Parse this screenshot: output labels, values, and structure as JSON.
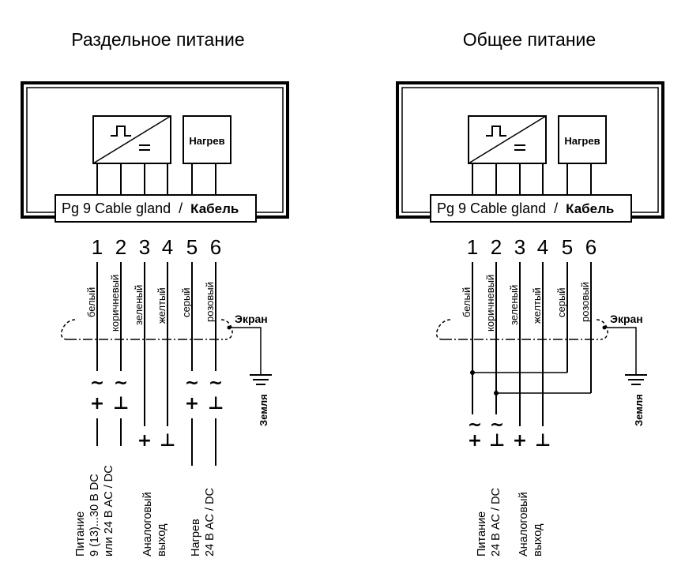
{
  "left": {
    "title": "Раздельное питание",
    "gland_prefix": "Pg 9 Cable gland",
    "gland_sep": "/",
    "gland_cable": "Кабель",
    "heater_label": "Нагрев",
    "terminals": [
      "1",
      "2",
      "3",
      "4",
      "5",
      "6"
    ],
    "wires": [
      "белый",
      "коричневый",
      "зеленый",
      "желтый",
      "серый",
      "розовый"
    ],
    "screen_label": "Экран",
    "earth_label": "Земля",
    "symbols": {
      "t1_tilde": "~",
      "t1_sign": "+",
      "t2_tilde": "~",
      "t2_sign": "⊥",
      "t3_sign": "+",
      "t4_sign": "⊥",
      "t5_tilde": "~",
      "t5_sign": "+",
      "t6_tilde": "~",
      "t6_sign": "⊥"
    },
    "captions": {
      "power_line1": "Питание",
      "power_line2": "9 (13)...30 В DC",
      "power_line3": "или 24 В AC / DC",
      "analog_line1": "Аналоговый",
      "analog_line2": "выход",
      "heat_line1": "Нагрев",
      "heat_line2": "24 В AC / DC"
    }
  },
  "right": {
    "title": "Общее питание",
    "gland_prefix": "Pg 9 Cable gland",
    "gland_sep": "/",
    "gland_cable": "Кабель",
    "heater_label": "Нагрев",
    "terminals": [
      "1",
      "2",
      "3",
      "4",
      "5",
      "6"
    ],
    "wires": [
      "белый",
      "коричневый",
      "зеленый",
      "желтый",
      "серый",
      "розовый"
    ],
    "screen_label": "Экран",
    "earth_label": "Земля",
    "symbols": {
      "p1_tilde": "~",
      "p1_sign": "+",
      "p2_tilde": "~",
      "p2_sign": "⊥",
      "t3_sign": "+",
      "t4_sign": "⊥"
    },
    "captions": {
      "power_line1": "Питание",
      "power_line2": "24 В AC / DC",
      "analog_line1": "Аналоговый",
      "analog_line2": "выход"
    }
  }
}
